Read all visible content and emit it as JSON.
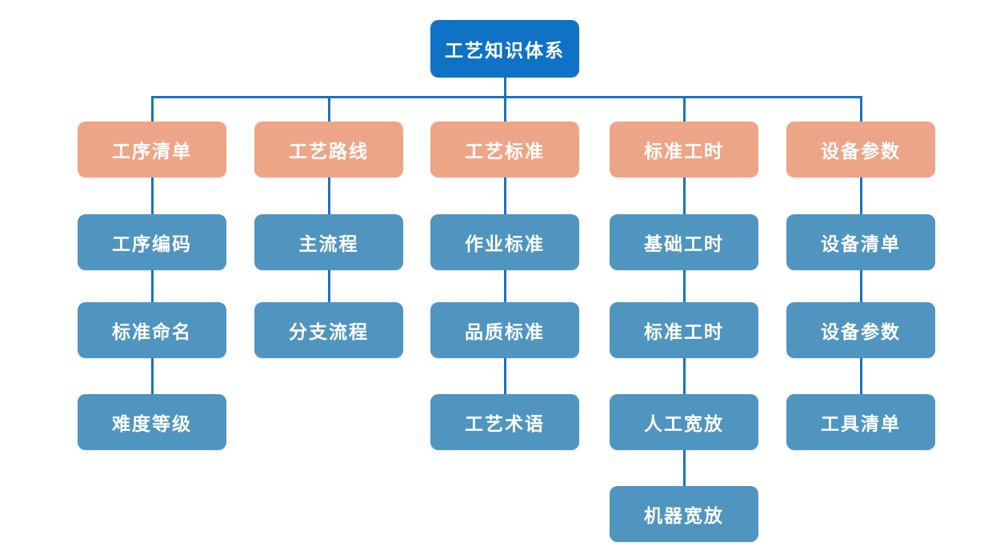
{
  "diagram": {
    "title": "工艺知识体系",
    "root": {
      "label": "工艺知识体系"
    },
    "columns": [
      {
        "label": "工序清单",
        "children": [
          "工序编码",
          "标准命名",
          "难度等级"
        ]
      },
      {
        "label": "工艺路线",
        "children": [
          "主流程",
          "分支流程"
        ]
      },
      {
        "label": "工艺标准",
        "children": [
          "作业标准",
          "品质标准",
          "工艺术语"
        ]
      },
      {
        "label": "标准工时",
        "children": [
          "基础工时",
          "标准工时",
          "人工宽放",
          "机器宽放"
        ]
      },
      {
        "label": "设备参数",
        "children": [
          "设备清单",
          "设备参数",
          "工具清单"
        ]
      }
    ],
    "colors": {
      "root_bg": "#0f72c4",
      "branch_bg": "#eda588",
      "child_bg": "#5095bf",
      "connector": "#1a73bf",
      "text": "#ffffff"
    }
  }
}
